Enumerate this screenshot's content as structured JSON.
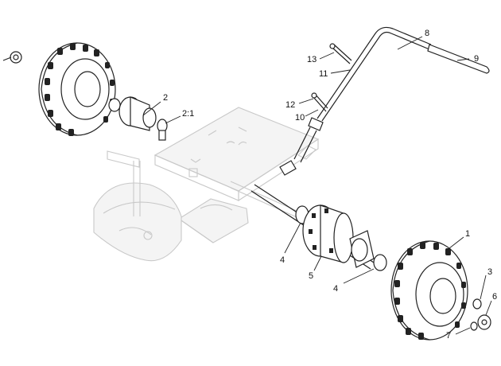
{
  "callouts": [
    {
      "id": "c1",
      "text": "1"
    },
    {
      "id": "c2",
      "text": "2"
    },
    {
      "id": "c21",
      "text": "2:1"
    },
    {
      "id": "c3",
      "text": "3"
    },
    {
      "id": "c4a",
      "text": "4"
    },
    {
      "id": "c4b",
      "text": "4"
    },
    {
      "id": "c5",
      "text": "5"
    },
    {
      "id": "c6",
      "text": "6"
    },
    {
      "id": "c7",
      "text": "7"
    },
    {
      "id": "c8",
      "text": "8"
    },
    {
      "id": "c9",
      "text": "9"
    },
    {
      "id": "c10",
      "text": "10"
    },
    {
      "id": "c11",
      "text": "11"
    },
    {
      "id": "c12",
      "text": "12"
    },
    {
      "id": "c13",
      "text": "13"
    }
  ],
  "colors": {
    "line": "#222222",
    "ghost": "#c8c8c8",
    "background": "#ffffff"
  }
}
